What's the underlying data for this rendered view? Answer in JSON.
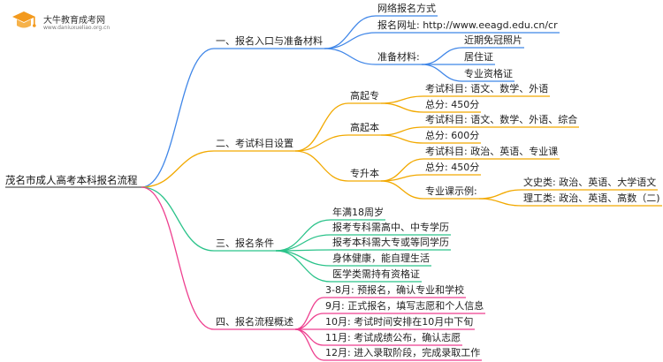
{
  "logo": {
    "title": "大牛教育成考网",
    "url": "www.daniuxueliao.org.cn"
  },
  "colors": {
    "branch1": "#3f86e8",
    "branch2": "#f2a900",
    "branch3": "#2bc38a",
    "branch4": "#ee3f8f",
    "logo_orange": "#f39a1e"
  },
  "root": "茂名市成人高考本科报名流程",
  "branches": [
    {
      "label": "一、报名入口与准备材料",
      "children": [
        {
          "label": "网络报名方式"
        },
        {
          "label": "报名网址: http://www.eeagd.edu.cn/cr"
        },
        {
          "label": "准备材料:",
          "children": [
            {
              "label": "近期免冠照片"
            },
            {
              "label": "居住证"
            },
            {
              "label": "专业资格证"
            }
          ]
        }
      ]
    },
    {
      "label": "二、考试科目设置",
      "children": [
        {
          "label": "高起专",
          "children": [
            {
              "label": "考试科目: 语文、数学、外语"
            },
            {
              "label": "总分: 450分"
            }
          ]
        },
        {
          "label": "高起本",
          "children": [
            {
              "label": "考试科目: 语文、数学、外语、综合"
            },
            {
              "label": "总分: 600分"
            }
          ]
        },
        {
          "label": "专升本",
          "children": [
            {
              "label": "考试科目: 政治、英语、专业课"
            },
            {
              "label": "总分: 450分"
            },
            {
              "label": "专业课示例:",
              "children": [
                {
                  "label": "文史类: 政治、英语、大学语文"
                },
                {
                  "label": "理工类: 政治、英语、高数（二)"
                }
              ]
            }
          ]
        }
      ]
    },
    {
      "label": "三、报名条件",
      "children": [
        {
          "label": "年满18周岁"
        },
        {
          "label": "报考专科需高中、中专学历"
        },
        {
          "label": "报考本科需大专或等同学历"
        },
        {
          "label": "身体健康，能自理生活"
        },
        {
          "label": "医学类需持有资格证"
        }
      ]
    },
    {
      "label": "四、报名流程概述",
      "children": [
        {
          "label": "3-8月: 预报名，确认专业和学校"
        },
        {
          "label": "9月: 正式报名，填写志愿和个人信息"
        },
        {
          "label": "10月: 考试时间安排在10月中下旬"
        },
        {
          "label": "11月: 考试成绩公布，确认志愿"
        },
        {
          "label": "12月: 进入录取阶段，完成录取工作"
        }
      ]
    }
  ]
}
